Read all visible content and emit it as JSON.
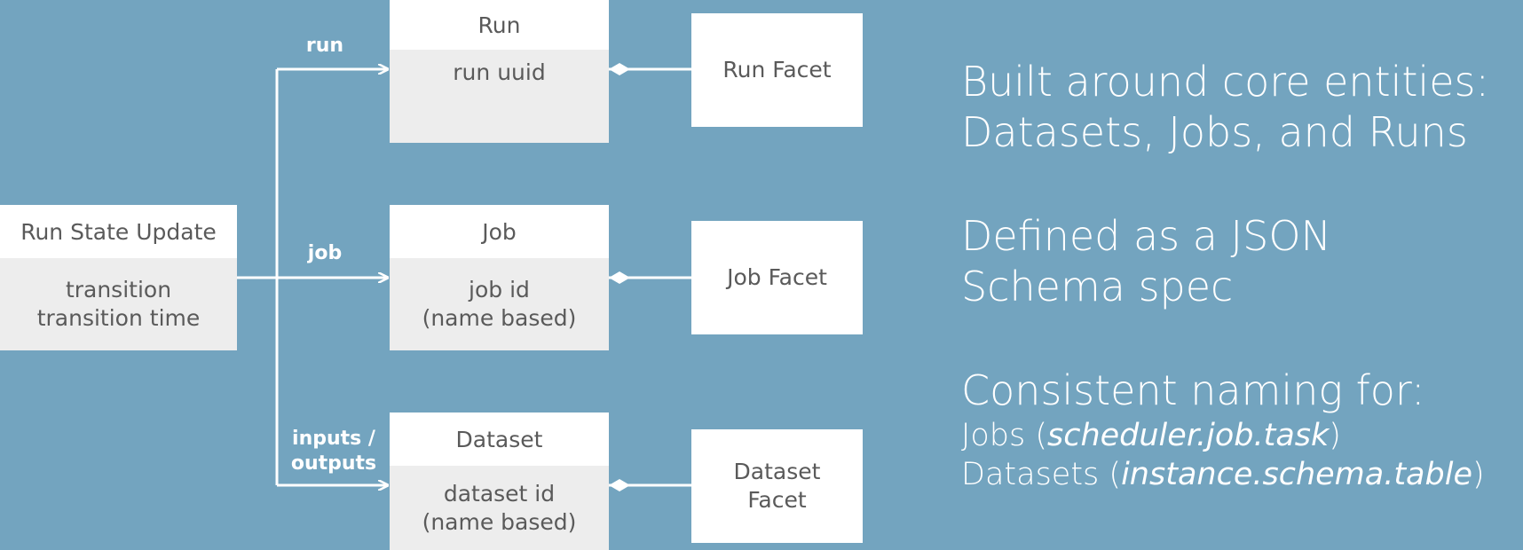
{
  "colors": {
    "background": "#73a4bf",
    "box_header": "#ffffff",
    "box_body": "#ededed",
    "text": "#5a5a5a",
    "lines": "#ffffff"
  },
  "run_state_update": {
    "title": "Run State Update",
    "body": "transition\ntransition time"
  },
  "entities": {
    "run": {
      "title": "Run",
      "body": "run uuid"
    },
    "job": {
      "title": "Job",
      "body": "job id\n(name based)"
    },
    "dataset": {
      "title": "Dataset",
      "body": "dataset id\n(name based)"
    }
  },
  "facets": {
    "run": "Run Facet",
    "job": "Job Facet",
    "dataset": "Dataset\nFacet"
  },
  "edges": {
    "run": "run",
    "job": "job",
    "dataset": "inputs /\noutputs"
  },
  "features": {
    "core_entities": "Built around core entities:\nDatasets, Jobs, and Runs",
    "json_schema": "Defined as a JSON\nSchema spec",
    "naming": {
      "title": "Consistent naming for:",
      "items": [
        {
          "prefix": "Jobs (",
          "pattern": "scheduler.job.task",
          "suffix": ")"
        },
        {
          "prefix": "Datasets (",
          "pattern": "instance.schema.table",
          "suffix": ")"
        }
      ]
    }
  }
}
